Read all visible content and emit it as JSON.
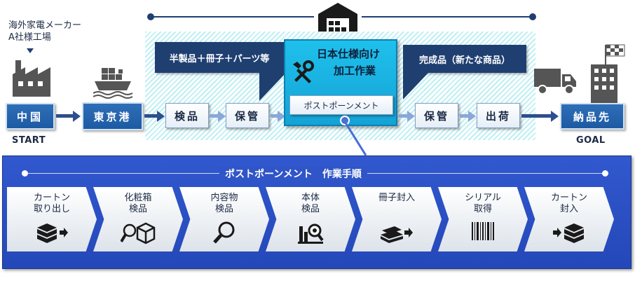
{
  "factory_label": "海外家電メーカー\nA社様工場",
  "start_box": "中国",
  "start_label": "START",
  "port_box": "東京港",
  "inspect_box": "検品",
  "storage_box1": "保管",
  "callout_left": "半製品＋冊子＋パーツ等",
  "center_title_1": "日本仕様向け",
  "center_title_2": "加工作業",
  "center_button": "ポストポーンメント",
  "callout_right": "完成品（新たな商品）",
  "storage_box2": "保管",
  "ship_box": "出荷",
  "dest_box": "納品先",
  "goal_label": "GOAL",
  "procedure_title": "ポストポーンメント　作業手順",
  "steps": [
    {
      "label": "カートン\n取り出し",
      "icon": "box-out-icon"
    },
    {
      "label": "化粧箱\n検品",
      "icon": "box-inspect-icon"
    },
    {
      "label": "内容物\n検品",
      "icon": "magnifier-icon"
    },
    {
      "label": "本体\n検品",
      "icon": "chart-inspect-icon"
    },
    {
      "label": "冊子封入",
      "icon": "books-in-icon"
    },
    {
      "label": "シリアル\n取得",
      "icon": "barcode-icon"
    },
    {
      "label": "カートン\n封入",
      "icon": "box-in-icon"
    }
  ],
  "colors": {
    "navy": "#1f3f71",
    "blue": "#2f6fb8",
    "cyan": "#22b8e0",
    "panel": "#2f55c8"
  }
}
